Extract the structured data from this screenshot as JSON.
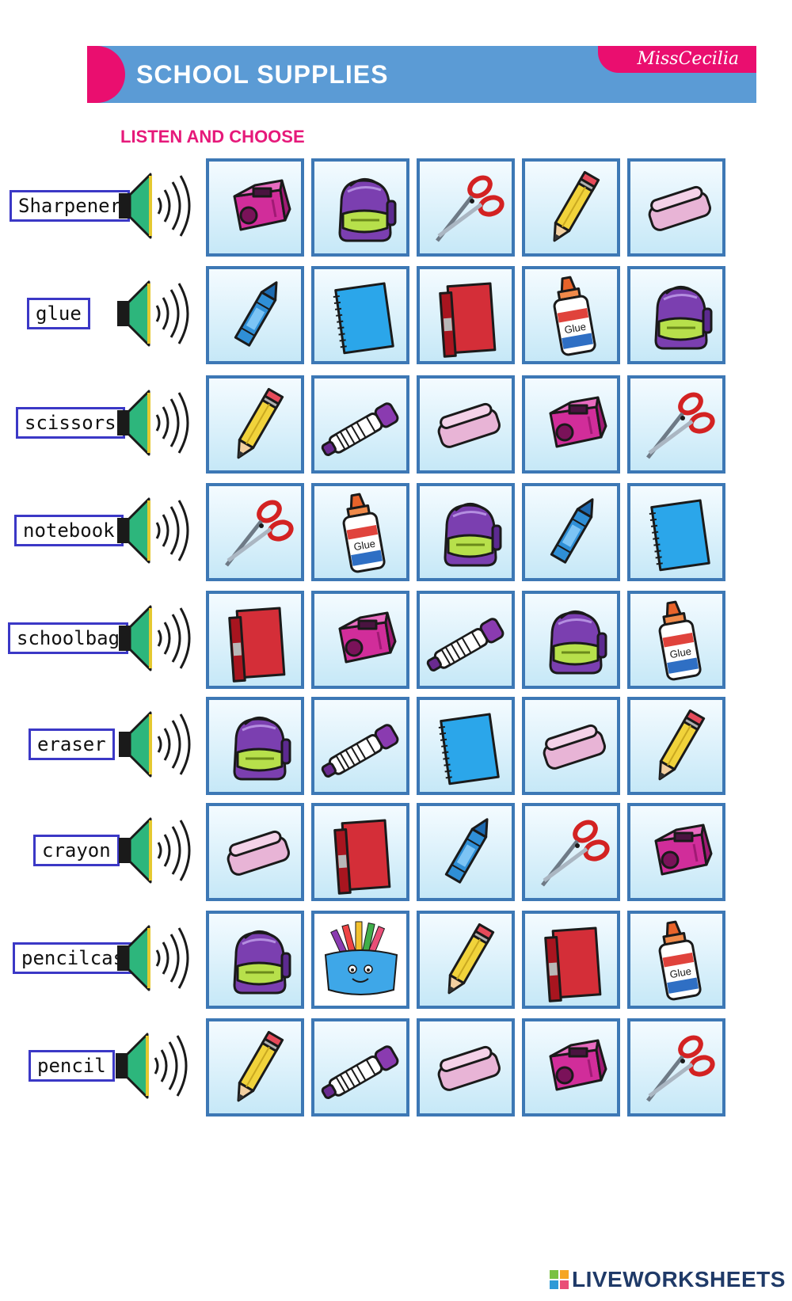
{
  "header": {
    "title": "SCHOOL SUPPLIES",
    "brand": "MissCecilia"
  },
  "instruction": "LISTEN AND CHOOSE",
  "colors": {
    "banner": "#5b9bd5",
    "accent": "#ea0e6f",
    "tile_border": "#3d78b5",
    "word_border": "#3b38c6"
  },
  "rows": [
    {
      "word": "Sharpener",
      "items": [
        "sharpener",
        "schoolbag",
        "scissors",
        "pencil",
        "eraser"
      ]
    },
    {
      "word": "glue",
      "items": [
        "crayon",
        "notebook",
        "folder",
        "glue",
        "schoolbag"
      ]
    },
    {
      "word": "scissors",
      "items": [
        "pencil",
        "marker",
        "eraser",
        "sharpener",
        "scissors"
      ]
    },
    {
      "word": "notebook",
      "items": [
        "scissors",
        "glue",
        "schoolbag",
        "crayon",
        "notebook"
      ]
    },
    {
      "word": "schoolbag",
      "items": [
        "folder",
        "sharpener",
        "marker",
        "schoolbag",
        "glue"
      ]
    },
    {
      "word": "eraser",
      "items": [
        "schoolbag",
        "marker",
        "notebook",
        "eraser",
        "pencil"
      ]
    },
    {
      "word": "crayon",
      "items": [
        "eraser",
        "folder",
        "crayon",
        "scissors",
        "sharpener"
      ]
    },
    {
      "word": "pencilcase",
      "items": [
        "schoolbag",
        "pencilcase",
        "pencil",
        "folder",
        "glue"
      ]
    },
    {
      "word": "pencil",
      "items": [
        "pencil",
        "marker",
        "eraser",
        "sharpener",
        "scissors"
      ]
    }
  ],
  "glue_label": "Glue",
  "footer": "LIVEWORKSHEETS"
}
